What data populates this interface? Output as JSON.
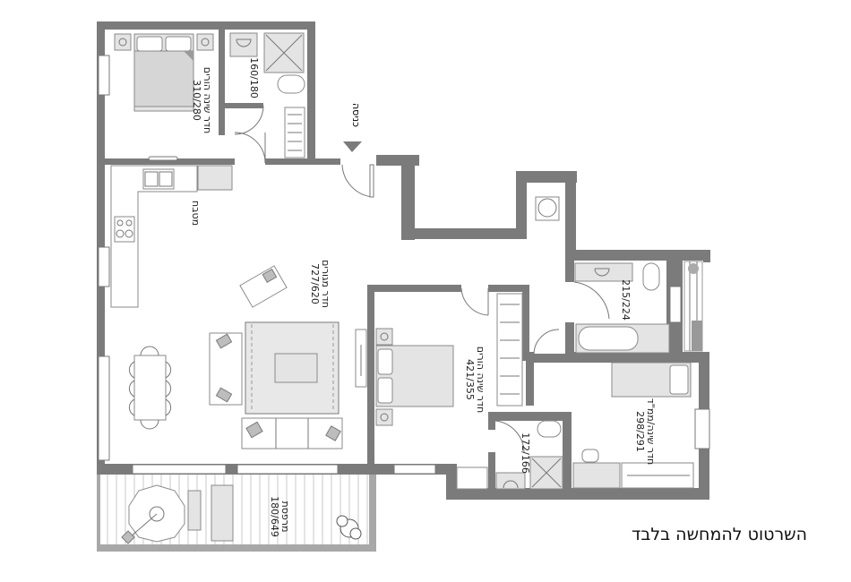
{
  "plan": {
    "caption": "השרטוט להמחשה בלבד",
    "entrance_label": "כניסה",
    "colors": {
      "wall": "#7b7b7b",
      "fixture": "#e4e4e4",
      "background": "#ffffff"
    },
    "rooms": [
      {
        "id": "master-bedroom",
        "name": "חדר שינה הורים",
        "dims": "310/280"
      },
      {
        "id": "master-bath",
        "name": "",
        "dims": "160/180"
      },
      {
        "id": "kitchen",
        "name": "מטבח",
        "dims": ""
      },
      {
        "id": "living-room",
        "name": "חדר מגורים",
        "dims": "727/620"
      },
      {
        "id": "bedroom-2",
        "name": "חדר שינה הורים",
        "dims": "421/355"
      },
      {
        "id": "main-bath",
        "name": "",
        "dims": "215/224"
      },
      {
        "id": "safe-room",
        "name": "חדר שינה/ממ\"ד",
        "dims": "298/291"
      },
      {
        "id": "guest-wc",
        "name": "",
        "dims": "172/166"
      },
      {
        "id": "balcony",
        "name": "מרפסת",
        "dims": "180/649"
      }
    ]
  }
}
